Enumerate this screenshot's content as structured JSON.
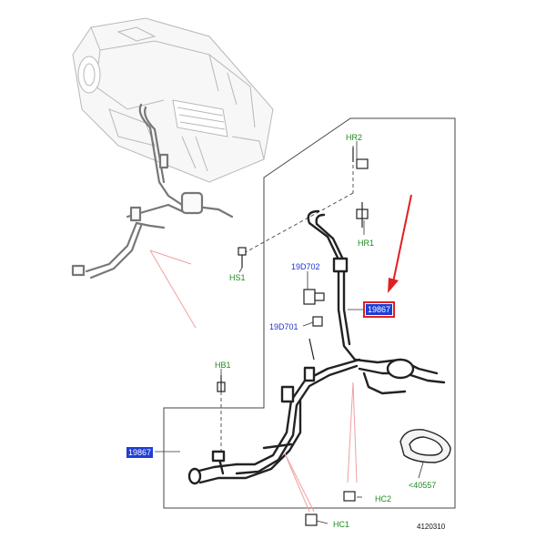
{
  "labels": {
    "hr2": "HR2",
    "hr1": "HR1",
    "hs1": "HS1",
    "hb1": "HB1",
    "hc1": "HC1",
    "hc2": "HC2",
    "p19d702": "19D702",
    "p19d701": "19D701",
    "ref_upper": "19867",
    "ref_lower": "19867",
    "gasket": "<40557",
    "drawing_number": "4120310"
  },
  "colors": {
    "label_green": "#1f8a1f",
    "label_blue": "#2233cc",
    "reference_box": "#1f3fd6",
    "callout_arrow": "#e02020",
    "leader_lines": "#f0a0a0"
  }
}
